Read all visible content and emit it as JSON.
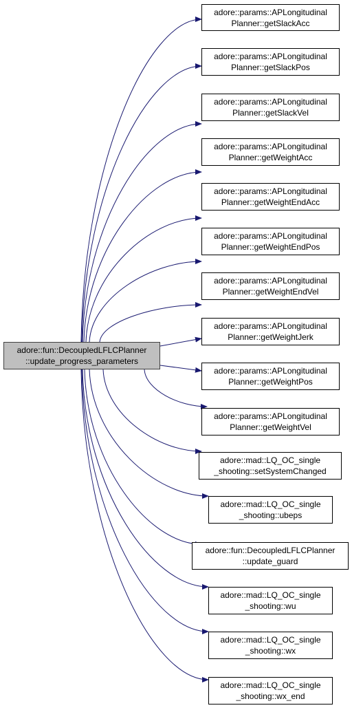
{
  "colors": {
    "edge": "#191970",
    "root_fill": "#bfbfbf",
    "node_fill": "#ffffff",
    "node_border": "#000000"
  },
  "root": {
    "line1": "adore::fun::DecoupledLFLCPlanner",
    "line2": "::update_progress_parameters"
  },
  "callees": [
    {
      "line1": "adore::params::APLongitudinal",
      "line2": "Planner::getSlackAcc"
    },
    {
      "line1": "adore::params::APLongitudinal",
      "line2": "Planner::getSlackPos"
    },
    {
      "line1": "adore::params::APLongitudinal",
      "line2": "Planner::getSlackVel"
    },
    {
      "line1": "adore::params::APLongitudinal",
      "line2": "Planner::getWeightAcc"
    },
    {
      "line1": "adore::params::APLongitudinal",
      "line2": "Planner::getWeightEndAcc"
    },
    {
      "line1": "adore::params::APLongitudinal",
      "line2": "Planner::getWeightEndPos"
    },
    {
      "line1": "adore::params::APLongitudinal",
      "line2": "Planner::getWeightEndVel"
    },
    {
      "line1": "adore::params::APLongitudinal",
      "line2": "Planner::getWeightJerk"
    },
    {
      "line1": "adore::params::APLongitudinal",
      "line2": "Planner::getWeightPos"
    },
    {
      "line1": "adore::params::APLongitudinal",
      "line2": "Planner::getWeightVel"
    },
    {
      "line1": "adore::mad::LQ_OC_single",
      "line2": "_shooting::setSystemChanged"
    },
    {
      "line1": "adore::mad::LQ_OC_single",
      "line2": "_shooting::ubeps"
    },
    {
      "line1": "adore::fun::DecoupledLFLCPlanner",
      "line2": "::update_guard"
    },
    {
      "line1": "adore::mad::LQ_OC_single",
      "line2": "_shooting::wu"
    },
    {
      "line1": "adore::mad::LQ_OC_single",
      "line2": "_shooting::wx"
    },
    {
      "line1": "adore::mad::LQ_OC_single",
      "line2": "_shooting::wx_end"
    }
  ]
}
